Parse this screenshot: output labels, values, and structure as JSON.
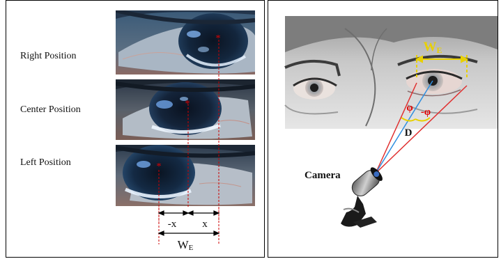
{
  "left_panel": {
    "labels": {
      "right": "Right Position",
      "center": "Center Position",
      "left": "Left Position"
    },
    "dimensions": {
      "neg_x": "-x",
      "pos_x": "x",
      "width_main": "W",
      "width_sub": "E"
    }
  },
  "right_panel": {
    "width_main": "W",
    "width_sub": "E",
    "angle_left": "φ",
    "angle_right": "-φ",
    "distance": "D",
    "camera_label": "Camera"
  },
  "colors": {
    "pupil_marker": "#e00000",
    "dimension_line": "#cc0000",
    "width_bracket": "#e8d000",
    "gaze_line": "#2f8fe0",
    "boundary_line": "#e03030"
  }
}
